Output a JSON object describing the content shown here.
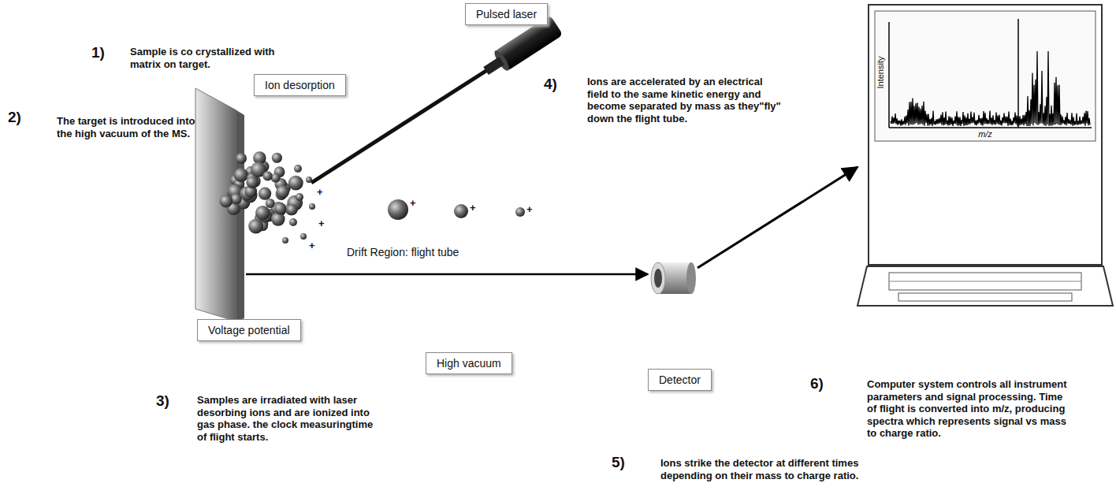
{
  "diagram": {
    "nodes": [
      {
        "text": [
          "Pulsed laser"
        ]
      },
      {
        "text": [
          "Ion desorption"
        ]
      },
      {
        "text": [
          "Voltage potential"
        ]
      },
      {
        "text": [
          "High vacuum"
        ]
      },
      {
        "text": [
          "Detector"
        ]
      }
    ],
    "labels": [
      "1)",
      "Sample is co crystallized with matrix on target.",
      "2)",
      "The target is introduced into the high vacuum of the MS.",
      "+",
      "+",
      "+",
      "4)",
      "Ions are accelerated by an electrical field to the same kinetic energy and become separated by mass as they\"fly\" down the flight tube.",
      "+",
      "+",
      "+",
      "Drift Region: flight tube",
      "Intensity",
      "m/z",
      "3)",
      "Samples are irradiated with laser desorbing ions and are ionized into gas phase. the clock measuringtime of flight starts.",
      "5)",
      "Ions strike the detector at different times depending on their mass to charge ratio.",
      "6)",
      "Computer system controls all instrument parameters and signal processing. Time of flight is converted into m/z, producing spectra which represents signal vs mass to charge ratio."
    ]
  }
}
